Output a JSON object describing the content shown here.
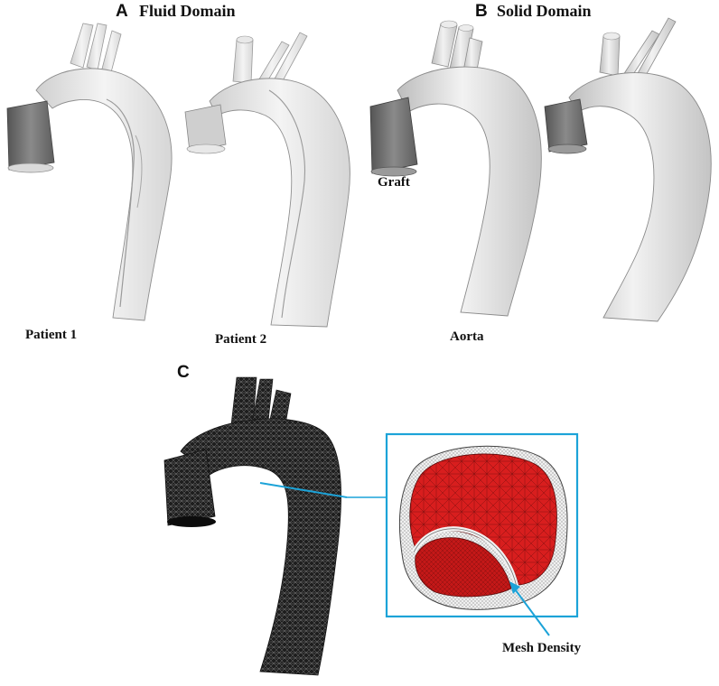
{
  "panels": {
    "a": {
      "letter": "A",
      "title": "Fluid Domain"
    },
    "b": {
      "letter": "B",
      "title": "Solid Domain"
    },
    "c": {
      "letter": "C"
    }
  },
  "labels": {
    "patient1": "Patient 1",
    "patient2": "Patient 2",
    "aorta": "Aorta",
    "graft": "Graft",
    "mesh_density": "Mesh Density"
  },
  "colors": {
    "accent_cyan": "#1ca3d8",
    "mesh_red": "#d81e1e",
    "graft_gray": "#6b6b6b",
    "vessel_light": "#e4e4e4",
    "mesh_dark": "#2a2a2a"
  }
}
